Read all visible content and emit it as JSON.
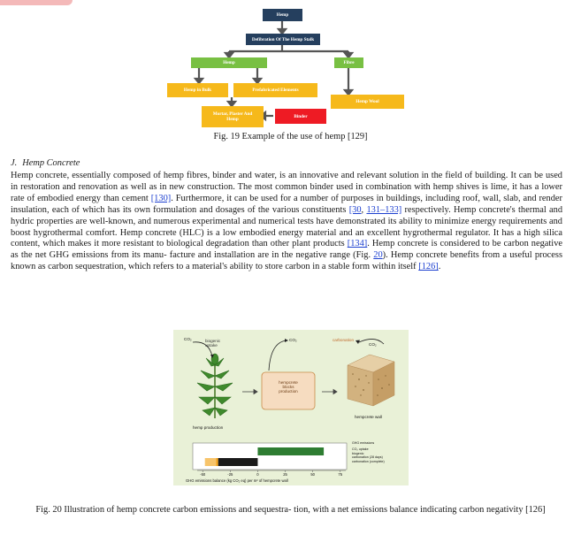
{
  "fig19": {
    "nodes": {
      "hemp_top": "Hemp",
      "defibration": "Defibration Of The Hemp Stalk",
      "hemp_green": "Hemp",
      "fibre": "Fibre",
      "hemp_in_bulk": "Hemp in Bulk",
      "prefabricated": "Prefabricated Elements",
      "hemp_wool": "Hemp Wool",
      "mortar": "Mortar, Plaster And Hemp",
      "binder": "Binder"
    },
    "caption": "Fig. 19 Example of the use of hemp [129]",
    "colors": {
      "navy": "#253f5e",
      "green": "#78c043",
      "yellow": "#f6b91b",
      "red": "#ee1b24"
    }
  },
  "section": {
    "number": "J.",
    "title": "Hemp Concrete"
  },
  "paragraph": {
    "s1": "Hemp concrete, essentially composed of hemp fibres, binder and water, is an innovative and relevant solution in the field of building. It can be used in restoration and renovation as well as in new construction. The most common binder used in combination with hemp shives is lime, it has a lower rate of embodied energy than cement ",
    "r130": "[130]",
    "s2": ". Furthermore, it can be used for a number of purposes in buildings, including roof, wall, slab, and render insulation, each of which has its own formulation and dosages of the various constituents ",
    "r30": "[30",
    "comma": ", ",
    "r131": "131–133]",
    "s3": " respectively. Hemp concrete's thermal and hydric properties are well-known, and numerous experimental and numerical tests have demonstrated its ability to minimize energy requirements and boost hygrothermal comfort. Hemp concrete (HLC) is a low embodied energy material and an excellent hygrothermal regulator. It has a high silica content, which makes it more resistant to biological degradation than other plant products ",
    "r134": "[134]",
    "s4": ". Hemp concrete is considered to be carbon negative as the net GHG emissions from its manu- facture and installation are in the negative range (Fig. ",
    "r20": "20",
    "s5": "). Hemp concrete benefits from a useful process known as carbon sequestration, which refers to a material's ability to store carbon in a stable form within itself ",
    "r126": "[126]",
    "s6": "."
  },
  "fig20": {
    "co2_left": "CO₂",
    "biogenic_uptake": "biogenic\nuptake",
    "co2_mid": "CO₂",
    "carbonation": "carbonation",
    "co2_right": "CO₂",
    "hemp_production": "hemp production",
    "blocks": "hempcrete\nblocks\nproduction",
    "wall": "hempcrete wall",
    "legend": {
      "ghg": "GHG emissions",
      "uptake": "CO₂ uptake",
      "biogenic": "biogenic",
      "carb28": "carbonation (28 days)",
      "carbfull": "carbonation (complete)"
    },
    "axis_ticks": [
      "-50",
      "-25",
      "0",
      "25",
      "50",
      "75"
    ],
    "axis_label": "GHG emissions balance (kg CO₂ eq) per m² of hempcrete wall",
    "bars": {
      "ghg_emissions": [
        0,
        60
      ],
      "biogenic_uptake": [
        -36,
        0
      ],
      "carbonation_28d": [
        -38,
        -36
      ],
      "carbonation_complete": [
        -48,
        -38
      ]
    },
    "bar_colors": {
      "ghg": "#2e7d32",
      "biogenic": "#1a1a1a",
      "carb28": "#f4a21a",
      "carbfull": "#f7c46b"
    },
    "caption": "Fig. 20 Illustration of hemp concrete carbon emissions and sequestra- tion, with a net emissions balance indicating carbon negativity [126]"
  }
}
